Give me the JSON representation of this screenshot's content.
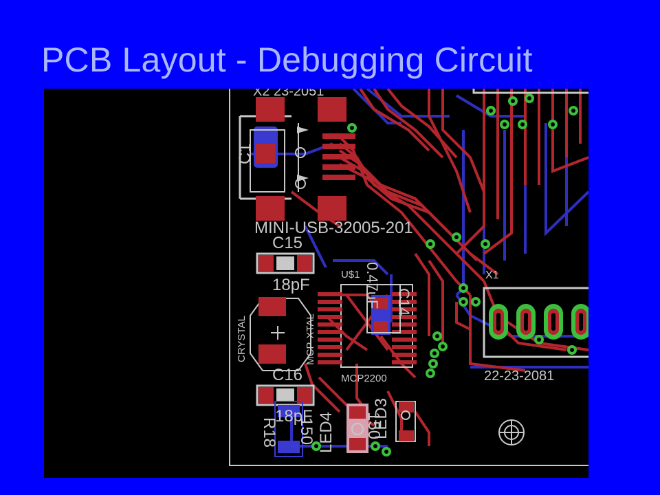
{
  "slide": {
    "title": "PCB Layout - Debugging Circuit"
  },
  "labels": {
    "usb_top": "X2 23-2051",
    "usb_name": "MINI-USB-32005-201",
    "c13": "C1",
    "c15": "C15",
    "c15_value": "18pF",
    "crystal": "CRYSTAL",
    "mcp_xtal": "MCP-XTAL",
    "c16": "C16",
    "c16_value": "18pF",
    "u": "U$1",
    "cap_value": "0.47uF",
    "c14": "C14",
    "mcp": "MCP2200",
    "x1": "X1",
    "header": "22-23-2081",
    "r18": "R18",
    "r18_value": "150",
    "led4": "LED4",
    "led3": "LED3",
    "r_value": "150"
  },
  "colors": {
    "background": "#0000ff",
    "board": "#000000",
    "top_copper": "#b3262e",
    "bottom_copper": "#2f2fbf",
    "silkscreen": "#c8c8c8",
    "via": "#3cbf3c",
    "title": "#a9b7ff"
  }
}
